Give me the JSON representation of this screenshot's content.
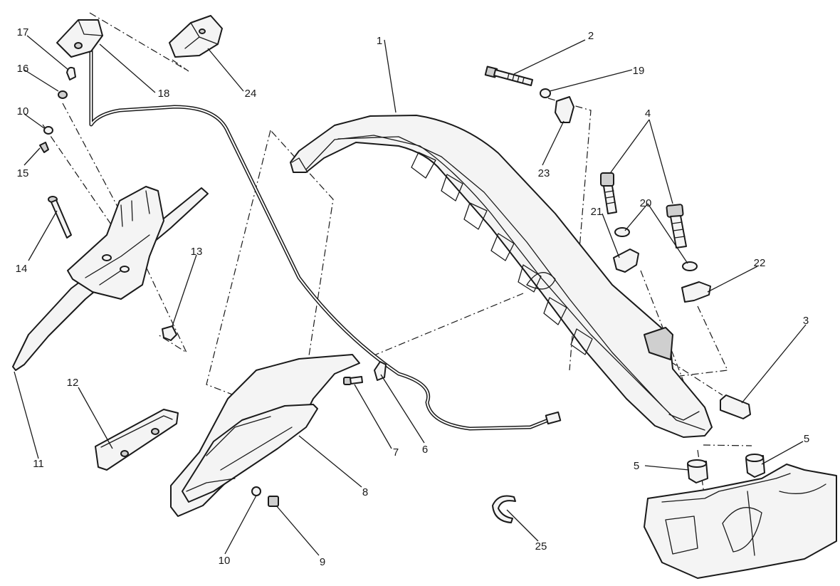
{
  "callouts": {
    "c1": "1",
    "c2": "2",
    "c3": "3",
    "c4": "4",
    "c5a": "5",
    "c5b": "5",
    "c6": "6",
    "c7": "7",
    "c8": "8",
    "c9": "9",
    "c10a": "10",
    "c10b": "10",
    "c11": "11",
    "c12": "12",
    "c13": "13",
    "c14": "14",
    "c15": "15",
    "c16": "16",
    "c17": "17",
    "c18": "18",
    "c19": "19",
    "c20": "20",
    "c21": "21",
    "c22": "22",
    "c23": "23",
    "c24": "24",
    "c25": "25"
  },
  "colors": {
    "line": "#1a1a1a",
    "fill": "#f4f4f4",
    "shade": "#cfcfcf"
  }
}
